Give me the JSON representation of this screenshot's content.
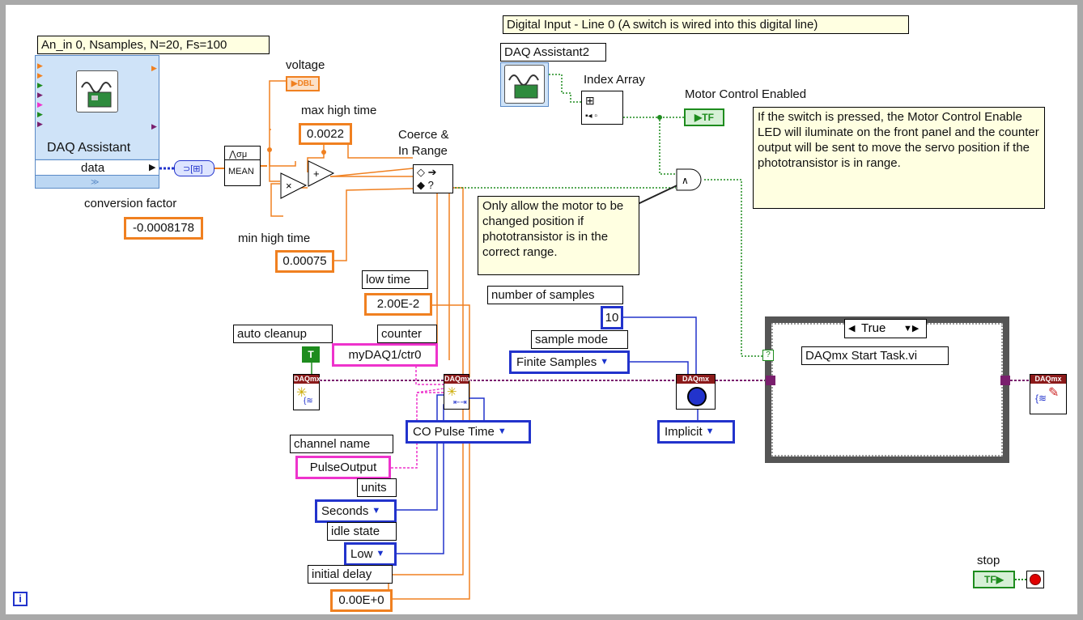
{
  "notes": {
    "an_in": "An_in 0, Nsamples, N=20, Fs=100",
    "digital_input": "Digital Input - Line 0 (A switch is wired into this digital line)",
    "switch_info": "If the switch is pressed, the Motor Control Enable LED will iluminate on the front panel and the counter output will be sent to move the servo position if the phototransistor is in range.",
    "only_allow": "Only allow the motor to be changed position if phototransistor is in the correct range."
  },
  "daq_assistant": {
    "title": "DAQ Assistant",
    "terminal": "data"
  },
  "daq_assistant2": {
    "title": "DAQ Assistant2"
  },
  "labels": {
    "voltage": "voltage",
    "voltage_type": "DBL",
    "mean": "MEAN",
    "max_high_time": "max high time",
    "coerce": "Coerce &\nIn Range",
    "conversion_factor": "conversion factor",
    "min_high_time": "min high time",
    "index_array": "Index Array",
    "motor_control_enabled": "Motor Control Enabled",
    "tf": "TF",
    "low_time": "low time",
    "counter": "counter",
    "auto_cleanup": "auto cleanup",
    "channel_name": "channel name",
    "units": "units",
    "idle_state": "idle state",
    "initial_delay": "initial delay",
    "number_of_samples": "number of samples",
    "sample_mode": "sample mode",
    "start_task": "DAQmx Start Task.vi",
    "stop": "stop",
    "daqmx": "DAQmx",
    "case_selector": "True",
    "bool_t": "T"
  },
  "constants": {
    "max_high_time": "0.0022",
    "conversion_factor": "-0.0008178",
    "min_high_time": "0.00075",
    "low_time": "2.00E-2",
    "counter": "myDAQ1/ctr0",
    "channel_name": "PulseOutput",
    "units": "Seconds",
    "idle_state": "Low",
    "initial_delay": "0.00E+0",
    "number_of_samples": "10",
    "sample_mode": "Finite Samples",
    "co_pulse": "CO Pulse Time",
    "timing": "Implicit"
  },
  "colors": {
    "orange": "#f08020",
    "blue": "#2233cc",
    "pink": "#ee33cc",
    "green": "#1e8c1e",
    "wire_purple": "#7a1f6e"
  }
}
